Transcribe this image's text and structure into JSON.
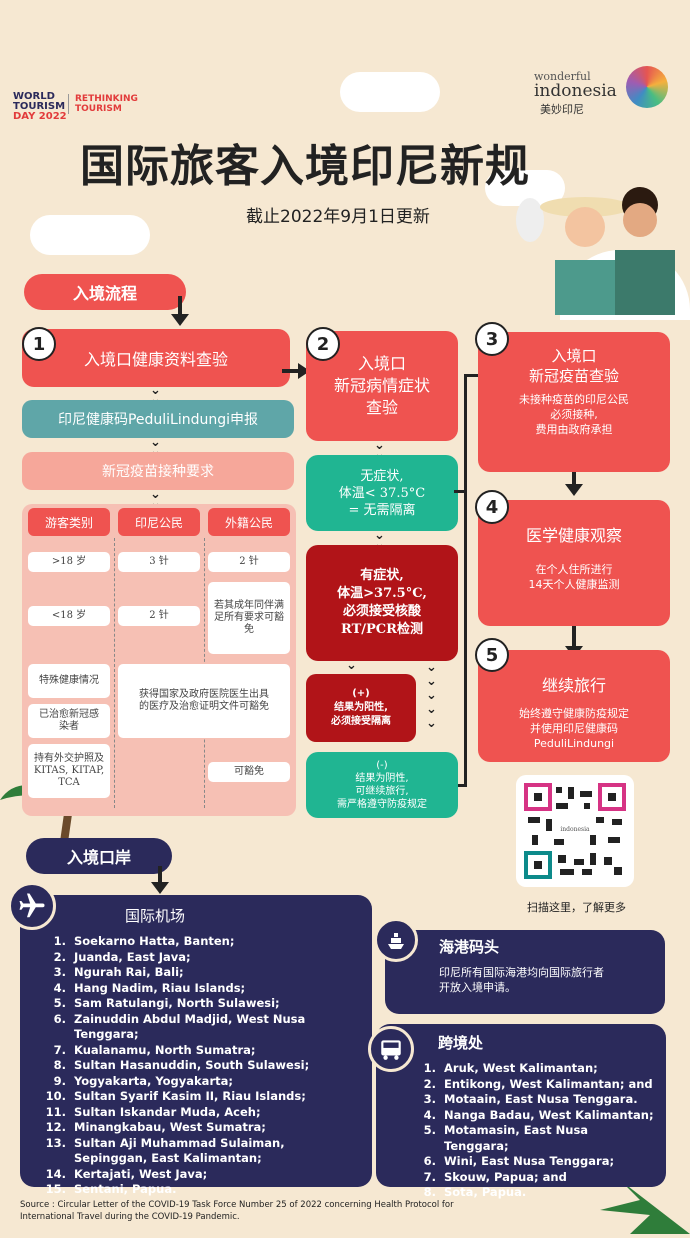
{
  "logos": {
    "wtd_line1": "WORLD",
    "wtd_line2": "TOURISM",
    "wtd_line3": "DAY 2022",
    "rethink1": "RETHINKING",
    "rethink2": "TOURISM",
    "wonderful": "wonderful",
    "indonesia": "indonesia",
    "indonesia_cn": "美妙印尼"
  },
  "title": "国际旅客入境印尼新规",
  "subtitle": "截止2022年9月1日更新",
  "section1": {
    "label": "入境流程"
  },
  "step1": {
    "num": "1",
    "title": "入境口健康资料查验",
    "app": "印尼健康码PeduliLindungi申报",
    "vaccine": "新冠疫苗接种要求",
    "table": {
      "headers": [
        "游客类别",
        "印尼公民",
        "外籍公民"
      ],
      "r1": [
        ">18 岁",
        "3 针",
        "2 针"
      ],
      "r2": [
        "<18 岁",
        "2 针",
        "若其成年同伴满足所有要求可豁免"
      ],
      "r3a": "特殊健康情况",
      "r3b": "已治愈新冠感染者",
      "r3c": "持有外交护照及KITAS, KITAP, TCA",
      "r3mid": "获得国家及政府医院医生出具的医疗及治愈证明文件可豁免",
      "r3right": "可豁免"
    }
  },
  "step2": {
    "num": "2",
    "title": "入境口\n新冠病情症状\n查验",
    "nosym": "无症状,\n体温< 37.5°C\n= 无需隔离",
    "sym": "有症状,\n体温>37.5°C,\n必须接受核酸\nRT/PCR检测",
    "pos": "(+)\n结果为阳性,\n必须接受隔离",
    "neg": "(-)\n结果为阴性,\n可继续旅行,\n需严格遵守防疫规定"
  },
  "step3": {
    "num": "3",
    "title": "入境口\n新冠疫苗查验",
    "desc": "未接种疫苗的印尼公民\n必须接种,\n费用由政府承担"
  },
  "step4": {
    "num": "4",
    "title": "医学健康观察",
    "desc": "在个人住所进行\n14天个人健康监测"
  },
  "step5": {
    "num": "5",
    "title": "继续旅行",
    "desc": "始终遵守健康防疫规定\n并使用印尼健康码\nPeduliLindungi"
  },
  "qr": {
    "caption": "扫描这里，了解更多"
  },
  "section2": {
    "label": "入境口岸"
  },
  "airports": {
    "title": "国际机场",
    "items": [
      "Soekarno Hatta, Banten;",
      "Juanda, East Java;",
      "Ngurah Rai, Bali;",
      "Hang Nadim, Riau Islands;",
      "Sam Ratulangi, North Sulawesi;",
      "Zainuddin Abdul Madjid, West Nusa Tenggara;",
      "Kualanamu, North Sumatra;",
      "Sultan Hasanuddin, South Sulawesi;",
      "Yogyakarta, Yogyakarta;",
      "Sultan Syarif Kasim II, Riau Islands;",
      "Sultan Iskandar Muda, Aceh;",
      "Minangkabau, West Sumatra;",
      "Sultan Aji Muhammad Sulaiman, Sepinggan, East Kalimantan;",
      "Kertajati, West Java;",
      "Sentani, Papua."
    ]
  },
  "seaports": {
    "title": "海港码头",
    "desc": "印尼所有国际海港均向国际旅行者\n开放入境申请。"
  },
  "land": {
    "title": "跨境处",
    "items": [
      "Aruk, West Kalimantan;",
      "Entikong, West Kalimantan; and",
      "Motaain, East Nusa Tenggara.",
      "Nanga Badau, West Kalimantan;",
      "Motamasin, East Nusa Tenggara;",
      "Wini, East Nusa Tenggara;",
      "Skouw, Papua; and",
      "Sota, Papua."
    ]
  },
  "source": "Source : Circular Letter of the COVID-19 Task Force Number 25 of 2022 concerning Health Protocol for International Travel during the COVID-19 Pandemic.",
  "colors": {
    "red": "#ef5350",
    "navy": "#2b2a5b",
    "green": "#20b592",
    "darkred": "#b11418",
    "bg": "#f6e8d2"
  }
}
